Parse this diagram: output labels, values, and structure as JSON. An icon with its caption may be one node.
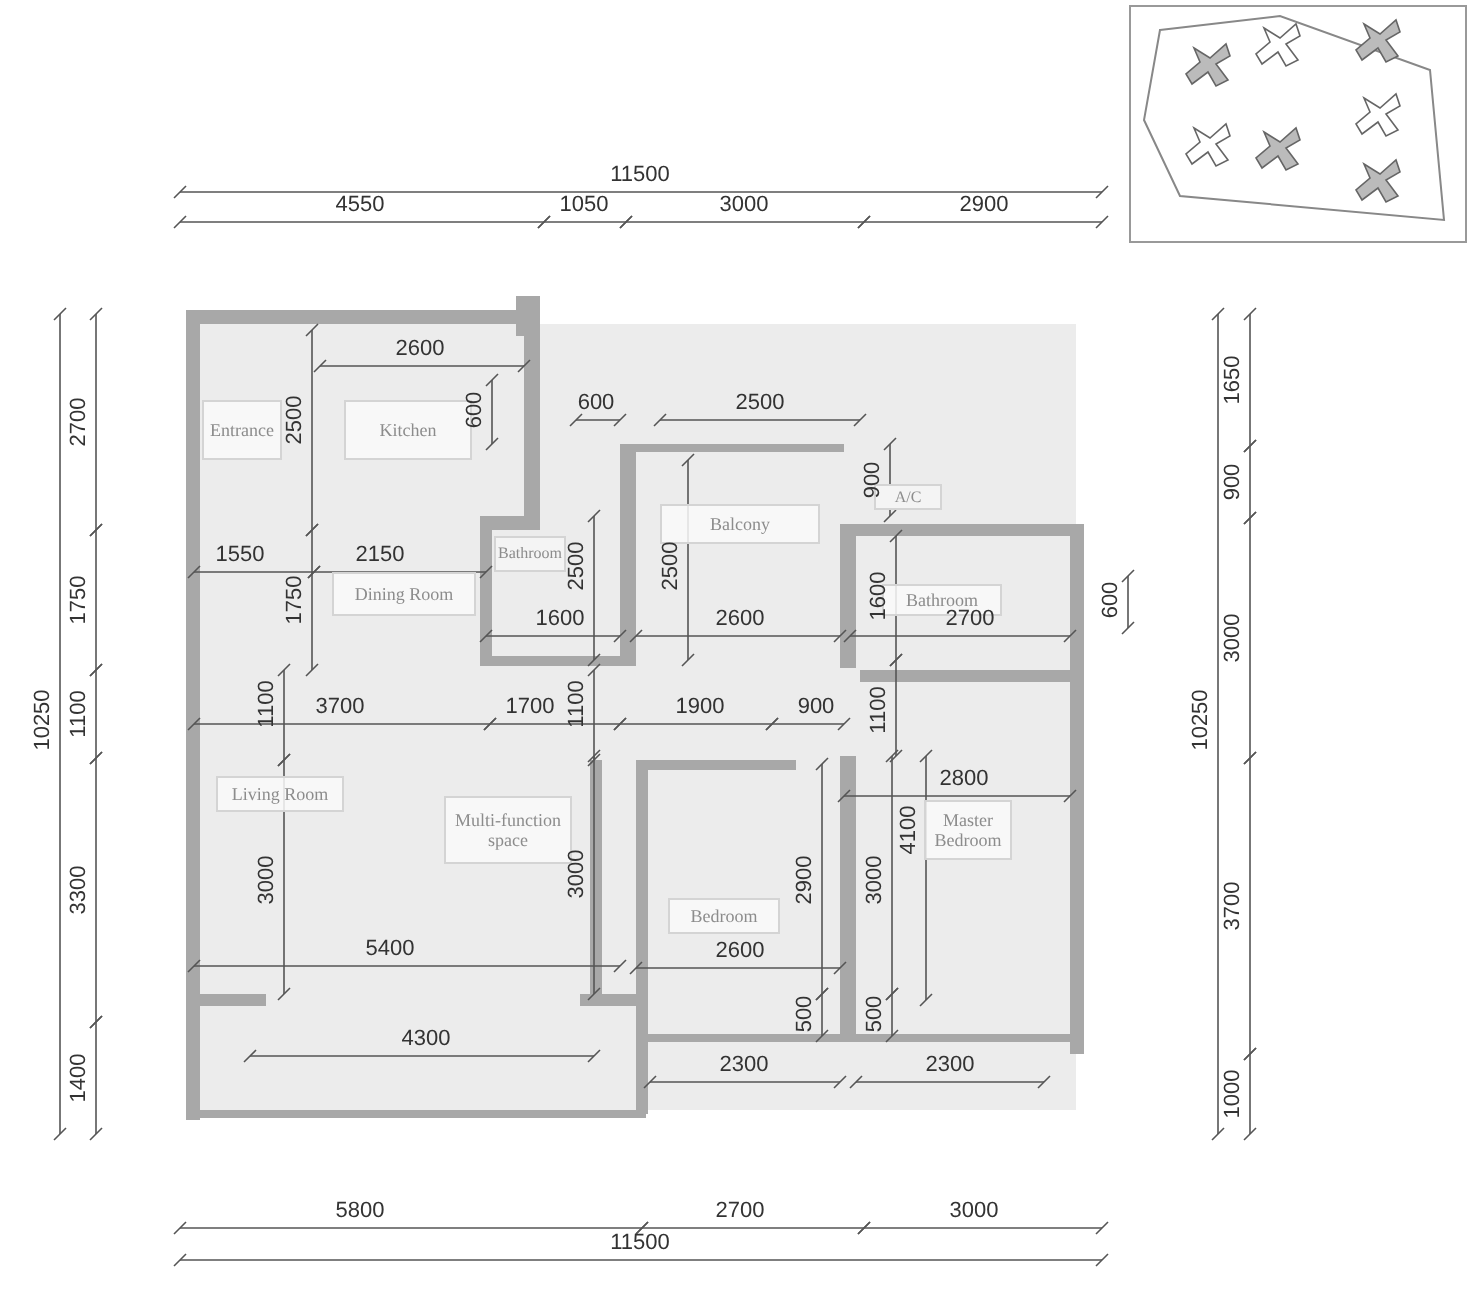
{
  "diagram": {
    "nodes": [
      {
        "text": [
          "Entrance"
        ]
      },
      {
        "text": [
          "Kitchen"
        ]
      },
      {
        "text": [
          "Dining Room"
        ]
      },
      {
        "text": [
          "Bathroom"
        ]
      },
      {
        "text": [
          "Balcony"
        ]
      },
      {
        "text": [
          "A/C"
        ]
      },
      {
        "text": [
          "Bathroom"
        ]
      },
      {
        "text": [
          "Living Room"
        ]
      },
      {
        "text": [
          "Multi-function space"
        ]
      },
      {
        "text": [
          "Bedroom"
        ]
      },
      {
        "text": [
          "Master Bedroom"
        ]
      }
    ],
    "labels": [
      "11500",
      "4550",
      "1050",
      "3000",
      "2900",
      "10250",
      "2700",
      "1750",
      "1100",
      "3300",
      "1400",
      "1650",
      "900",
      "3000",
      "10250",
      "3700",
      "1000",
      "2600",
      "2500",
      "600",
      "600",
      "2500",
      "900",
      "2500",
      "2500",
      "1550",
      "2150",
      "1750",
      "1600",
      "1600",
      "2600",
      "2700",
      "600",
      "1100",
      "3700",
      "1700",
      "1100",
      "1900",
      "900",
      "1100",
      "2800",
      "4100",
      "3000",
      "3000",
      "2900",
      "3000",
      "5400",
      "2600",
      "500",
      "500",
      "4300",
      "2300",
      "2300",
      "5800",
      "2700",
      "3000",
      "11500"
    ]
  }
}
